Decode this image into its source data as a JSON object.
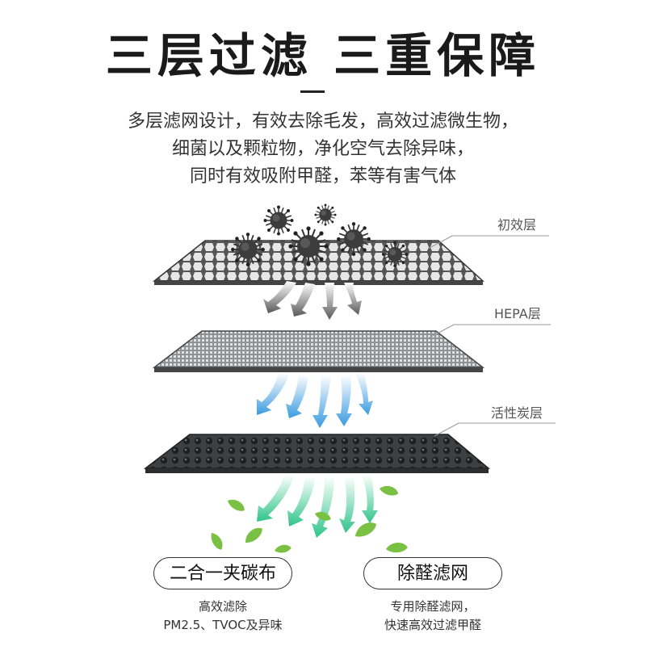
{
  "title": "三层过滤 三重保障",
  "description": [
    "多层滤网设计，有效去除毛发，高效过滤微生物，",
    "细菌以及颗粒物，净化空气去除异味，",
    "同时有效吸附甲醛，苯等有害气体"
  ],
  "layers": [
    {
      "label": "初效层"
    },
    {
      "label": "HEPA层"
    },
    {
      "label": "活性炭层"
    }
  ],
  "colors": {
    "arrow_gray": "#6e6e6e",
    "arrow_blue": "#3a9be0",
    "arrow_green": "#2fc48a",
    "leaf_green": "#79c043",
    "carbon": "#3d4042",
    "mesh_light": "#cfd2d4"
  },
  "features": [
    {
      "name": "二合一夹碳布",
      "captions": [
        "高效滤除",
        "PM2.5、TVOC及异味"
      ]
    },
    {
      "name": "除醛滤网",
      "captions": [
        "专用除醛滤网，",
        "快速高效过滤甲醛"
      ]
    }
  ]
}
